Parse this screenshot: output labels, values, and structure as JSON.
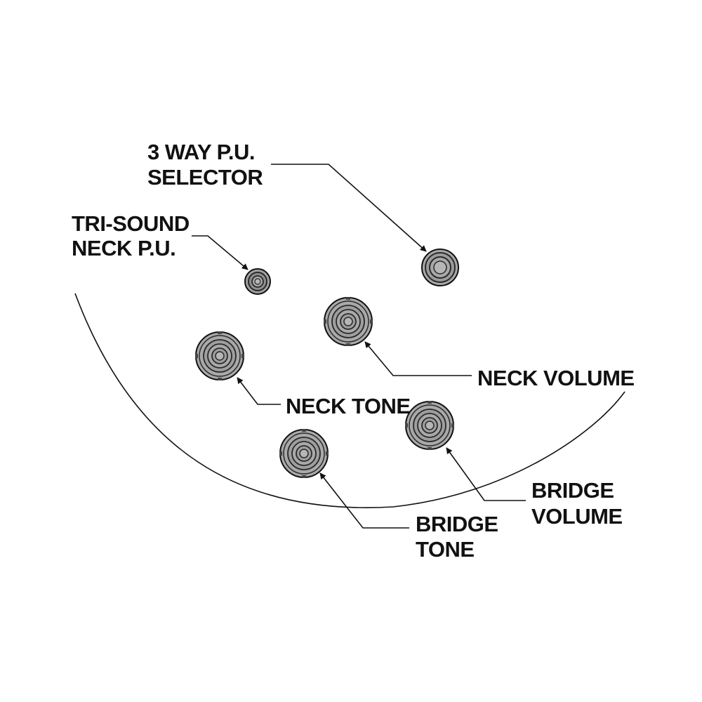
{
  "colors": {
    "ink": "#111111",
    "knob_fill": "#a9a9a9",
    "knob_ring": "#2a2a2a",
    "background": "#ffffff"
  },
  "controls": [
    {
      "id": "selector",
      "kind": "switch",
      "label_lines": [
        "3 WAY P.U.",
        "SELECTOR"
      ]
    },
    {
      "id": "tri-sound",
      "kind": "mini-switch",
      "label_lines": [
        "TRI-SOUND",
        "NECK P.U."
      ]
    },
    {
      "id": "neck-volume",
      "kind": "knob",
      "label_lines": [
        "NECK VOLUME"
      ]
    },
    {
      "id": "neck-tone",
      "kind": "knob",
      "label_lines": [
        "NECK TONE"
      ]
    },
    {
      "id": "bridge-volume",
      "kind": "knob",
      "label_lines": [
        "BRIDGE",
        "VOLUME"
      ]
    },
    {
      "id": "bridge-tone",
      "kind": "knob",
      "label_lines": [
        "BRIDGE",
        "TONE"
      ]
    }
  ]
}
